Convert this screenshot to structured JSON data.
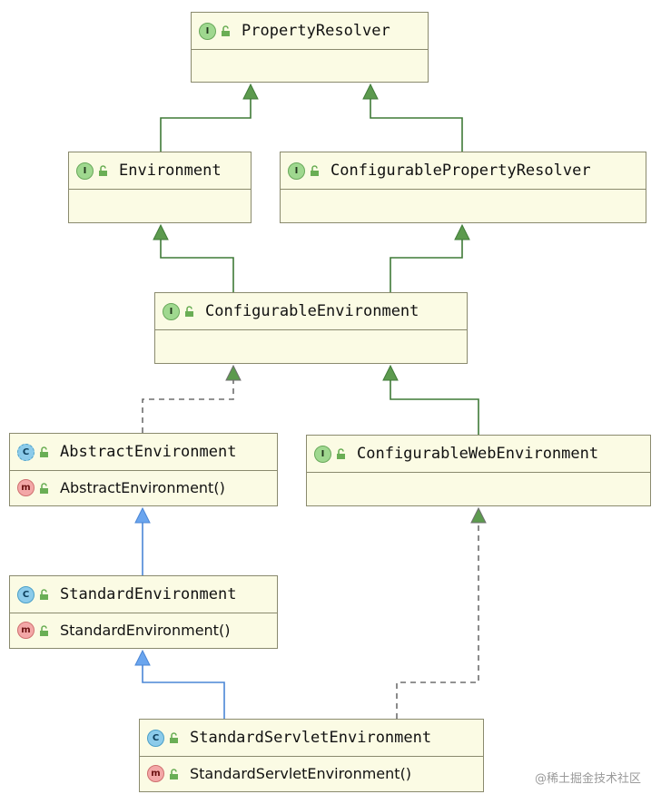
{
  "diagram": {
    "nodes": [
      {
        "id": "PropertyResolver",
        "kind": "interface",
        "badge": "I",
        "name": "PropertyResolver",
        "methods": []
      },
      {
        "id": "Environment",
        "kind": "interface",
        "badge": "I",
        "name": "Environment",
        "methods": []
      },
      {
        "id": "ConfigurablePropertyResolver",
        "kind": "interface",
        "badge": "I",
        "name": "ConfigurablePropertyResolver",
        "methods": []
      },
      {
        "id": "ConfigurableEnvironment",
        "kind": "interface",
        "badge": "I",
        "name": "ConfigurableEnvironment",
        "methods": []
      },
      {
        "id": "AbstractEnvironment",
        "kind": "abstract-class",
        "badge": "C",
        "name": "AbstractEnvironment",
        "methods": [
          {
            "badge": "m",
            "name": "AbstractEnvironment()"
          }
        ]
      },
      {
        "id": "ConfigurableWebEnvironment",
        "kind": "interface",
        "badge": "I",
        "name": "ConfigurableWebEnvironment",
        "methods": []
      },
      {
        "id": "StandardEnvironment",
        "kind": "class",
        "badge": "C",
        "name": "StandardEnvironment",
        "methods": [
          {
            "badge": "m",
            "name": "StandardEnvironment()"
          }
        ]
      },
      {
        "id": "StandardServletEnvironment",
        "kind": "class",
        "badge": "C",
        "name": "StandardServletEnvironment",
        "methods": [
          {
            "badge": "m",
            "name": "StandardServletEnvironment()"
          }
        ]
      }
    ],
    "edges": [
      {
        "from": "Environment",
        "to": "PropertyResolver",
        "type": "extends-interface"
      },
      {
        "from": "ConfigurablePropertyResolver",
        "to": "PropertyResolver",
        "type": "extends-interface"
      },
      {
        "from": "ConfigurableEnvironment",
        "to": "Environment",
        "type": "extends-interface"
      },
      {
        "from": "ConfigurableEnvironment",
        "to": "ConfigurablePropertyResolver",
        "type": "extends-interface"
      },
      {
        "from": "AbstractEnvironment",
        "to": "ConfigurableEnvironment",
        "type": "implements"
      },
      {
        "from": "ConfigurableWebEnvironment",
        "to": "ConfigurableEnvironment",
        "type": "extends-interface"
      },
      {
        "from": "StandardEnvironment",
        "to": "AbstractEnvironment",
        "type": "extends-class"
      },
      {
        "from": "StandardServletEnvironment",
        "to": "StandardEnvironment",
        "type": "extends-class"
      },
      {
        "from": "StandardServletEnvironment",
        "to": "ConfigurableWebEnvironment",
        "type": "implements"
      }
    ],
    "colors": {
      "box_fill": "#fbfbe4",
      "box_border": "#8a8a6e",
      "interface_arrow": "#3f7a37",
      "interface_arrowhead": "#5c9a4e",
      "class_arrow": "#4a86d6",
      "class_arrowhead": "#6aa5ee",
      "implements_line": "#6e6e6e"
    }
  },
  "watermark": "@稀土掘金技术社区"
}
